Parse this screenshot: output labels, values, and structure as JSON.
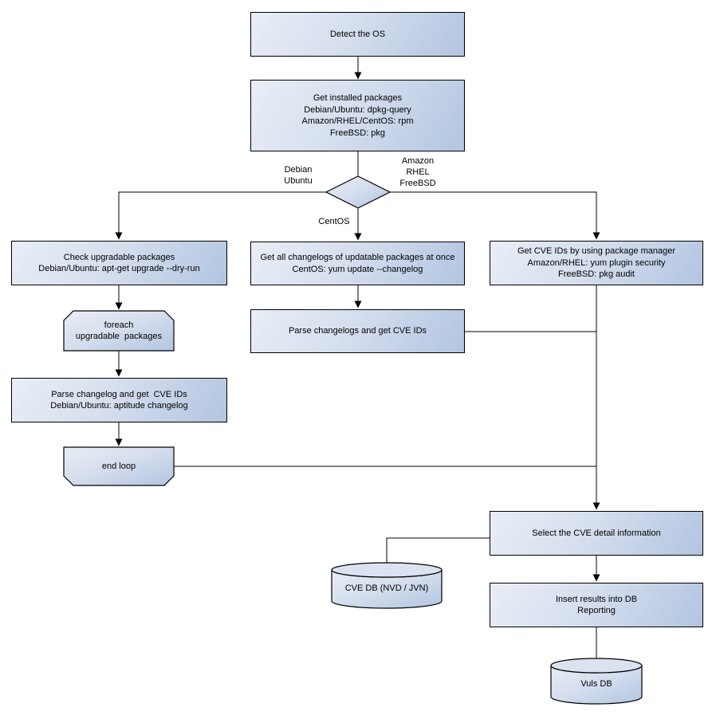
{
  "diagram": {
    "type": "flowchart",
    "topic": "Vuls OS package vulnerability scan flow",
    "colors": {
      "node_fill_light": "#e9eef6",
      "node_fill_dark": "#b2c5e1",
      "cylinder_top_fill": "#dbe3f0",
      "border": "#000000",
      "line": "#000000",
      "text": "#000000",
      "background": "#ffffff"
    },
    "nodes": {
      "detect_os": "Detect the OS",
      "get_installed_packages": "Get installed packages\nDebian/Ubuntu: dpkg-query\nAmazon/RHEL/CentOS: rpm\nFreeBSD: pkg",
      "check_upgradable": "Check upgradable packages\nDebian/Ubuntu: apt-get upgrade --dry-run",
      "foreach_loop_start": "foreach\nupgradable  packages",
      "parse_changelog_each": "Parse changelog and get  CVE IDs\nDebian/Ubuntu: aptitude changelog",
      "end_loop": "end loop",
      "get_all_changelogs": "Get all changelogs of updatable packages at once\nCentOS: yum update --changelog",
      "parse_changelogs": "Parse changelogs and get CVE IDs",
      "get_cve_ids_pkg_mgr": "Get CVE IDs by using package manager\nAmazon/RHEL: yum plugin security\nFreeBSD: pkg audit",
      "select_cve_detail": "Select the CVE detail information",
      "insert_results": "Insert results into DB\nReporting",
      "cve_db": "CVE DB (NVD / JVN)",
      "vuls_db": "Vuls DB"
    },
    "edge_labels": {
      "left_branch": "Debian\nUbuntu",
      "right_branch": "Amazon\nRHEL\nFreeBSD",
      "down_branch": "CentOS"
    }
  }
}
